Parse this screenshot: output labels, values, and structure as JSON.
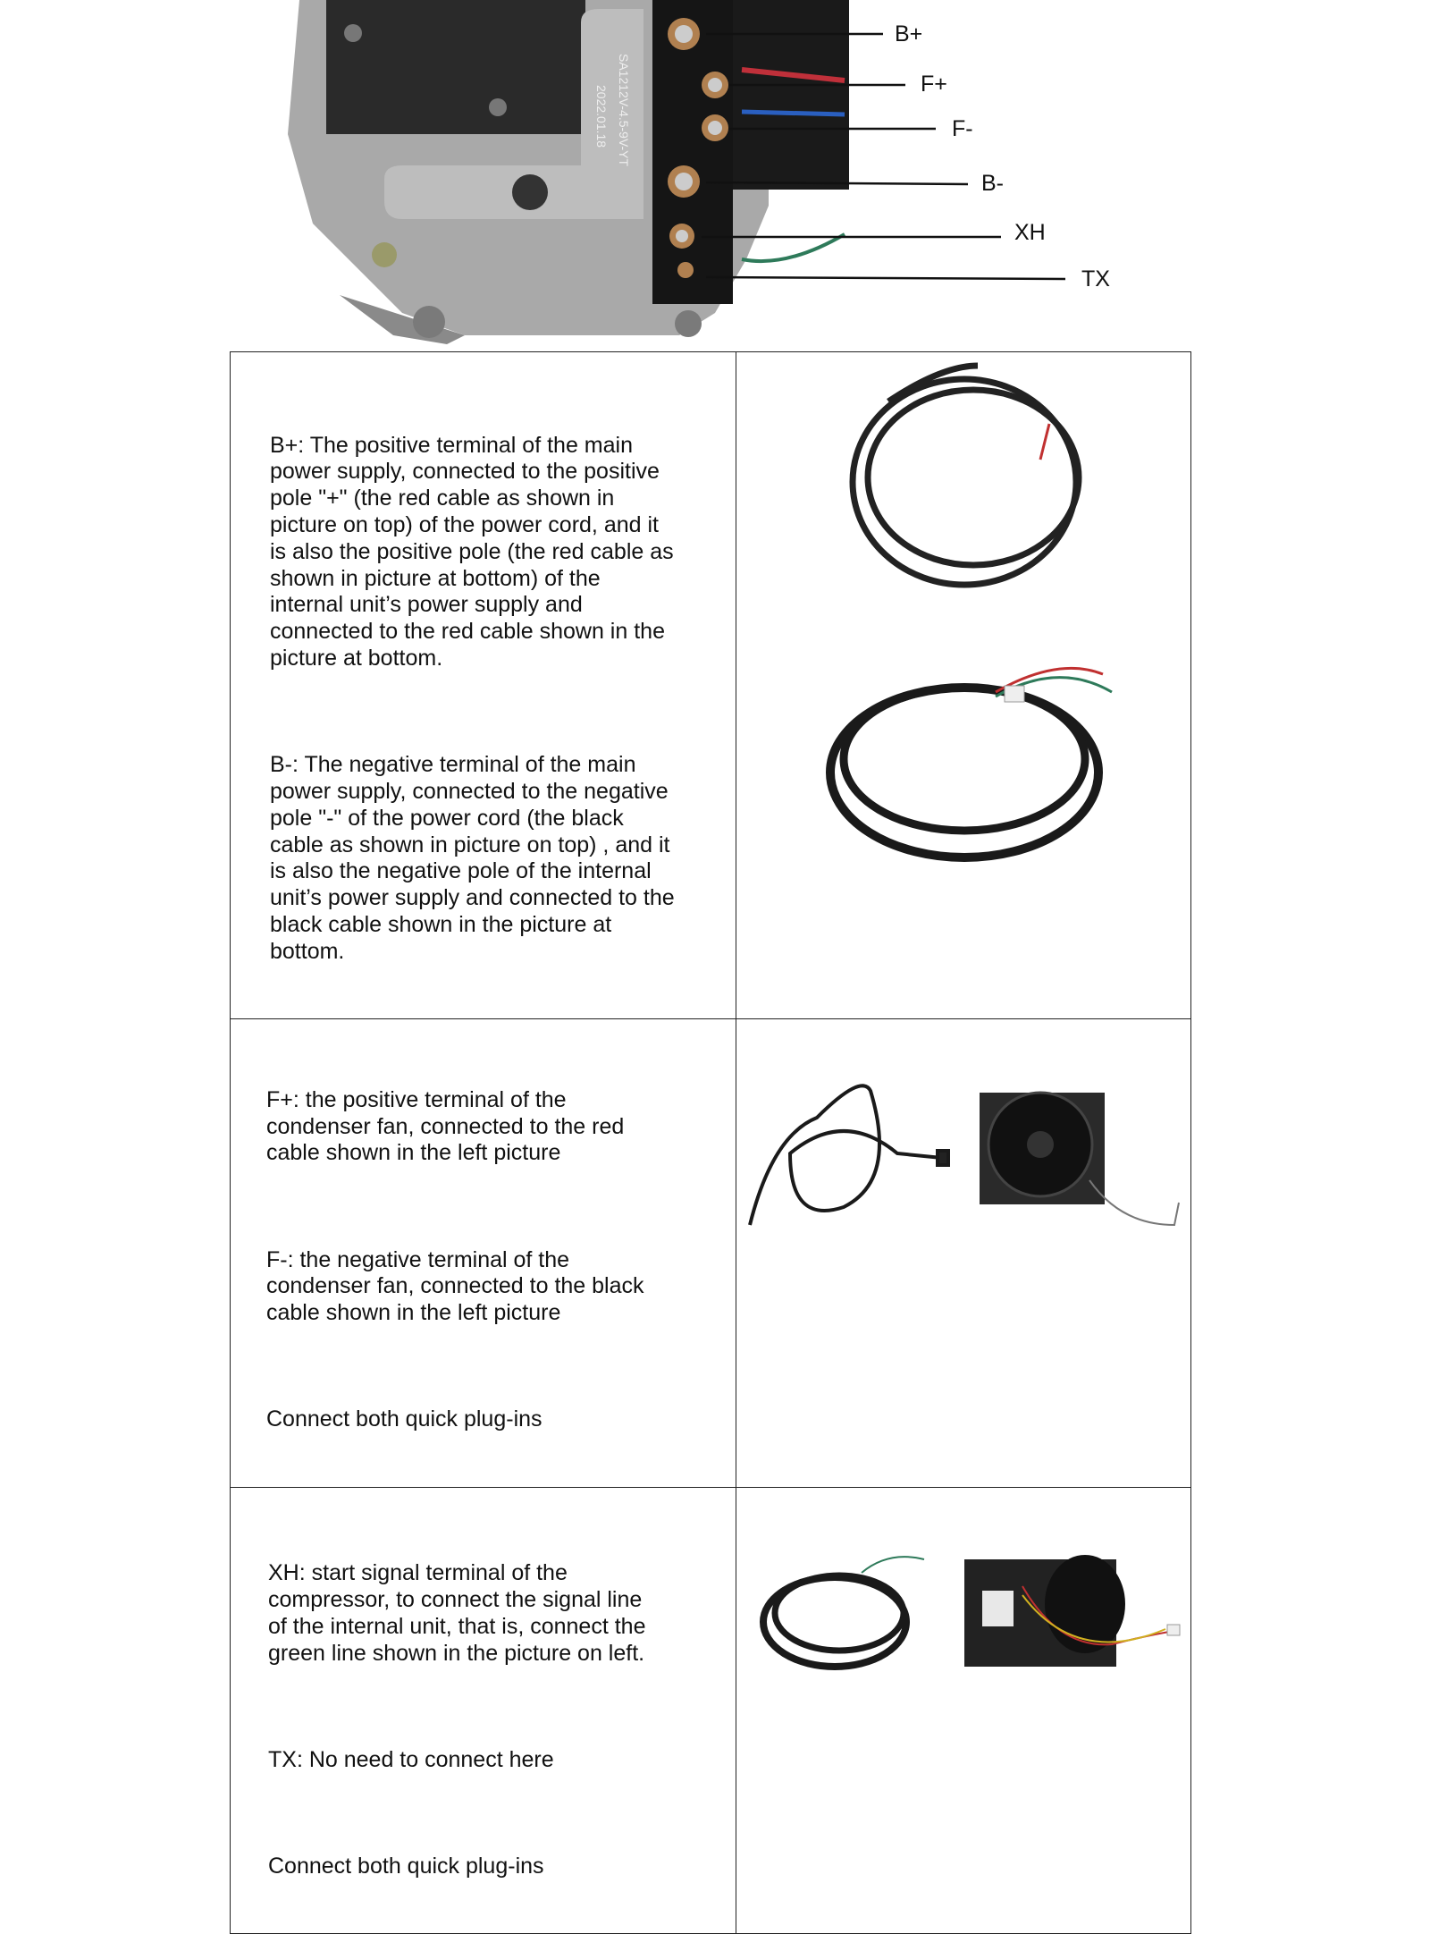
{
  "diagram": {
    "photo_stamp": [
      "SA1212V-4.5-9V-YT",
      "2022.01.18"
    ],
    "terminal_labels": [
      "B+",
      "F+",
      "F-",
      "B-",
      "XH",
      "TX"
    ]
  },
  "table": {
    "rows": [
      {
        "paragraphs": [
          "B+: The positive terminal of the main\npower supply, connected to the positive\npole \"+\" (the red cable as shown in\npicture on top) of the power cord, and it\nis also the positive pole (the red cable as\nshown in picture at bottom) of the\ninternal unit’s power supply and\nconnected to the red cable shown in the\npicture at bottom.",
          "B-: The negative terminal of the main\npower supply, connected to the negative\npole \"-\" of the power cord (the black\ncable as shown in picture on top) , and it\nis also the negative pole of the internal\nunit’s power supply and connected to the\nblack cable shown in the picture at\nbottom."
        ]
      },
      {
        "paragraphs": [
          "F+: the positive terminal of the\ncondenser fan, connected to the red\ncable shown in the left picture",
          "F-: the negative terminal of the\ncondenser fan, connected to the black\ncable shown in the left picture",
          "Connect both quick plug-ins"
        ]
      },
      {
        "paragraphs": [
          "XH: start signal terminal of the\ncompressor, to connect the signal line\nof the internal unit, that is, connect the\ngreen line shown in the picture on left.",
          "TX: No need to connect here",
          "Connect both quick plug-ins"
        ]
      }
    ]
  }
}
